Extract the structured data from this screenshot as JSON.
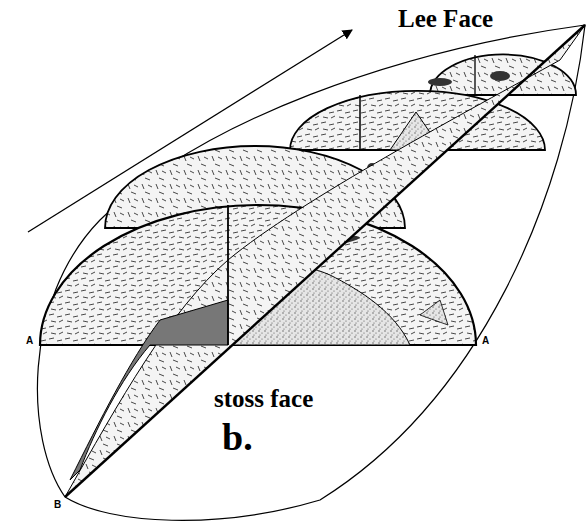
{
  "diagram": {
    "labels": [
      "Lee Face",
      "stoss face",
      "b.",
      "A",
      "A",
      "B"
    ]
  }
}
